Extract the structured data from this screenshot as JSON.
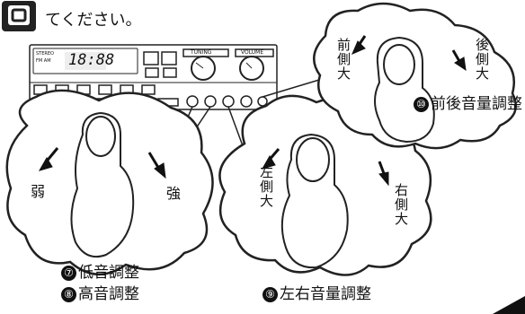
{
  "header": {
    "step_box_label": "",
    "instruction_text": "てください。"
  },
  "panel": {
    "display_text": "18:88",
    "small_left_top": "STEREO",
    "small_left_bottom": "FM AM",
    "knob_left_label": "TUNING",
    "knob_right_label": "VOLUME"
  },
  "labels": {
    "weak": "弱",
    "strong": "強",
    "left_side": "左側大",
    "right_side": "右側大",
    "front_side": "前側大",
    "rear_side": "後側大"
  },
  "items": [
    {
      "number": "⑦",
      "text": "低音調整"
    },
    {
      "number": "⑧",
      "text": "高音調整"
    },
    {
      "number": "⑨",
      "text": "左右音量調整"
    },
    {
      "number": "⑩",
      "text": "前後音量調整"
    }
  ]
}
